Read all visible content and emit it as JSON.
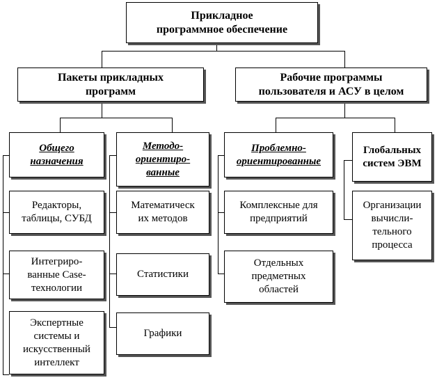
{
  "root": {
    "title": "Прикладное\nпрограммное обеспечение"
  },
  "level1": [
    {
      "title": "Пакеты прикладных\nпрограмм"
    },
    {
      "title": "Рабочие программы\nпользователя и АСУ в целом"
    }
  ],
  "categories": [
    {
      "title": "Общего\nназначения"
    },
    {
      "title": "Методо-\nориентиро-\nванные"
    },
    {
      "title": "Проблемно-\nориентированные"
    },
    {
      "title": "Глобальных\nсистем ЭВМ"
    }
  ],
  "general_items": [
    {
      "label": "Редакторы,\nтаблицы, СУБД"
    },
    {
      "label": "Интегриро-\nванные Case-\nтехнологии"
    },
    {
      "label": "Экспертные\nсистемы и\nискусственный\nинтеллект"
    }
  ],
  "method_items": [
    {
      "label": "Математическ\nих методов"
    },
    {
      "label": "Статистики"
    },
    {
      "label": "Графики"
    }
  ],
  "problem_items": [
    {
      "label": "Комплексные для\nпредприятий"
    },
    {
      "label": "Отдельных\nпредметных\nобластей"
    }
  ],
  "global_items": [
    {
      "label": "Организации\nвычисли-\nтельного\nпроцесса"
    }
  ]
}
